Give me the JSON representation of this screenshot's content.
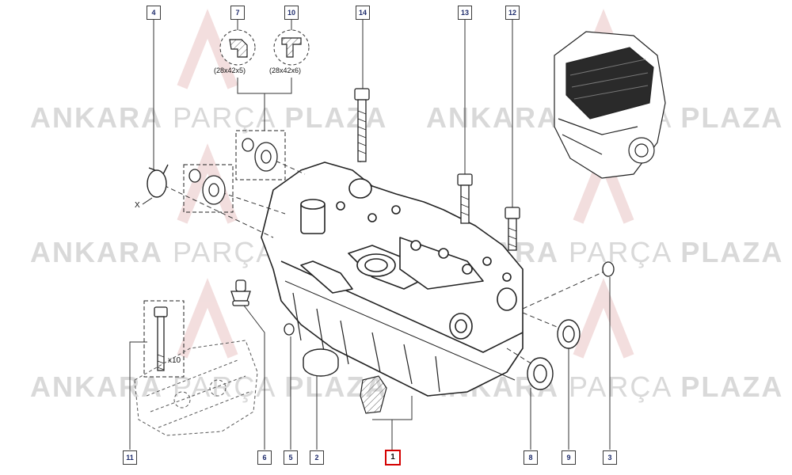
{
  "watermark": {
    "brand_bold_1": "ANKARA",
    "brand_light": "PARÇA",
    "brand_bold_2": "PLAZA"
  },
  "callouts": [
    {
      "id": "4",
      "highlight": false
    },
    {
      "id": "7",
      "highlight": false
    },
    {
      "id": "10",
      "highlight": false
    },
    {
      "id": "14",
      "highlight": false
    },
    {
      "id": "13",
      "highlight": false
    },
    {
      "id": "12",
      "highlight": false
    },
    {
      "id": "11",
      "highlight": false
    },
    {
      "id": "6",
      "highlight": false
    },
    {
      "id": "5",
      "highlight": false
    },
    {
      "id": "2",
      "highlight": false
    },
    {
      "id": "1",
      "highlight": true
    },
    {
      "id": "8",
      "highlight": false
    },
    {
      "id": "9",
      "highlight": false
    },
    {
      "id": "3",
      "highlight": false
    }
  ],
  "labels": {
    "seal_7_size": "(28x42x5)",
    "seal_10_size": "(28x42x6)",
    "bolt_quantity": "x10",
    "axis_marker": "X"
  },
  "colors": {
    "line": "#333333",
    "highlight": "#d40000",
    "tag_text": "#1d2b6b",
    "watermark": "#d9d9d9"
  }
}
